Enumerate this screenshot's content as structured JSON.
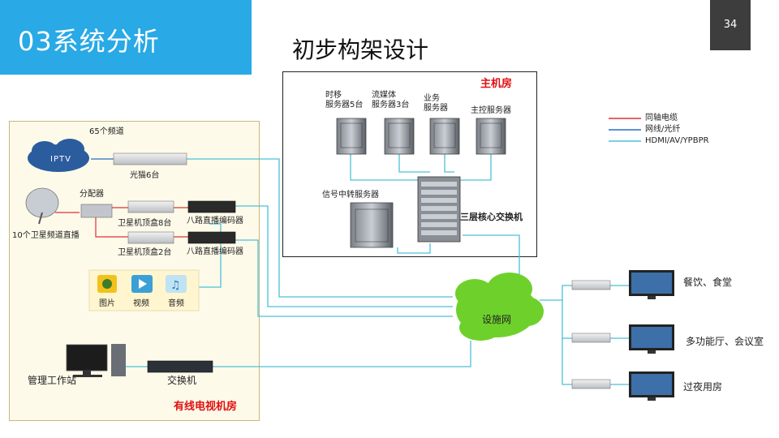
{
  "header": {
    "section": "03系统分析",
    "page_number": "34",
    "title": "初步构架设计"
  },
  "main_room": {
    "label": "主机房",
    "servers": {
      "timeshift": "时移\n服务器5台",
      "streaming": "流媒体\n服务器3台",
      "business": "业务\n服务器",
      "master": "主控服务器",
      "relay": "信号中转服务器"
    },
    "core_switch": "三层核心交换机"
  },
  "legend": [
    {
      "label": "同轴电缆",
      "color": "#e03030"
    },
    {
      "label": "网线/光纤",
      "color": "#2a6ebf"
    },
    {
      "label": "HDMI/AV/YPBPR",
      "color": "#4cc0d8"
    }
  ],
  "cable_room": {
    "label": "有线电视机房",
    "channels": "65个频道",
    "iptv": "IPTV",
    "optical_modem": "光猫6台",
    "splitter": "分配器",
    "satellite": "10个卫星频道直播",
    "stb_8": "卫星机顶盒8台",
    "stb_2": "卫星机顶盒2台",
    "encoder_1": "八路直播编码器",
    "encoder_2": "八路直播编码器",
    "media": [
      "图片",
      "视频",
      "音频"
    ],
    "workstation": "管理工作站",
    "switch": "交换机"
  },
  "facility_network": "设施网",
  "outputs": [
    "餐饮、食堂",
    "多功能厅、会议室",
    "过夜用房"
  ]
}
